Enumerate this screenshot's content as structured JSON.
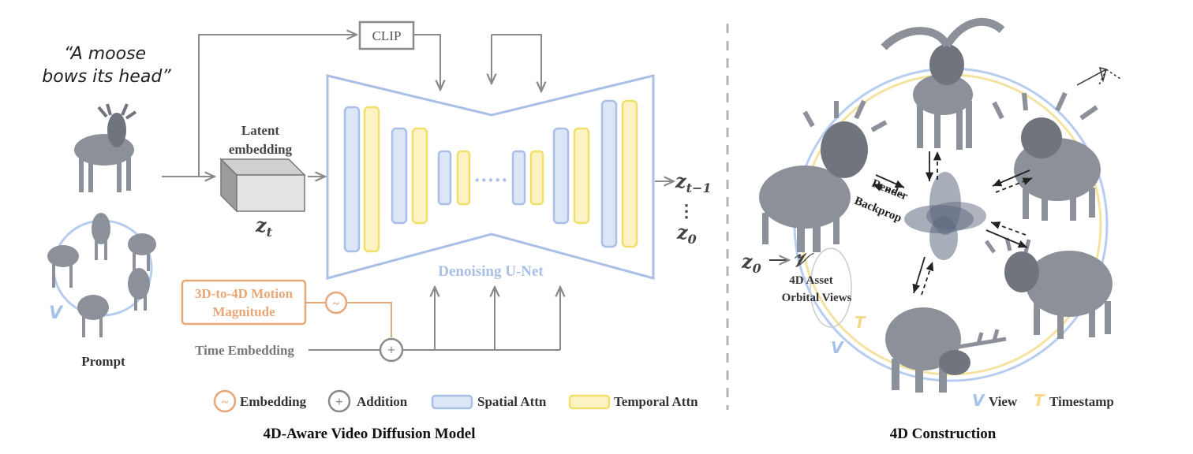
{
  "left_panel": {
    "prompt_text_line1": "“A moose",
    "prompt_text_line2": "bows its head”",
    "prompt_label": "Prompt",
    "view_symbol": "V",
    "clip_label": "CLIP",
    "latent_label_line1": "Latent",
    "latent_label_line2": "embedding",
    "zt_label": "z",
    "zt_sub": "t",
    "unet_label": "Denoising U-Net",
    "dots_label": "·····",
    "output_top": "z",
    "output_top_sub": "t−1",
    "output_vdots": "⋮",
    "output_bottom": "z",
    "output_bottom_sub": "0",
    "motion_label_line1": "3D-to-4D Motion",
    "motion_label_line2": "Magnitude",
    "time_embedding_label": "Time Embedding",
    "caption": "4D-Aware Video Diffusion Model"
  },
  "legend": {
    "embedding_label": "Embedding",
    "addition_label": "Addition",
    "spatial_label": "Spatial Attn",
    "temporal_label": "Temporal Attn",
    "embedding_symbol": "~",
    "addition_symbol": "+"
  },
  "right_panel": {
    "z0_label": "z",
    "z0_sub": "0",
    "z0_arrow_target": "𝒱",
    "asset_label_line1": "4D Asset",
    "asset_label_line2": "Orbital Views",
    "render_label": "Render",
    "backprop_label": "Backprop",
    "t_symbol": "T",
    "v_symbol": "V",
    "legend_view_symbol": "V",
    "legend_view_label": "View",
    "legend_timestamp_symbol": "T",
    "legend_timestamp_label": "Timestamp",
    "caption": "4D Construction"
  },
  "colors": {
    "spatial_fill": "#dde6f7",
    "spatial_stroke": "#a9bfe6",
    "temporal_fill": "#fbf3c4",
    "temporal_stroke": "#f2df6a",
    "orange": "#e8a779",
    "gray": "#8a8a8a",
    "unet_stroke": "#a9bfe6",
    "unet_label": "#a9bfe6",
    "orbit_blue": "#b7cdf0",
    "orbit_yellow": "#f4e3a0"
  }
}
